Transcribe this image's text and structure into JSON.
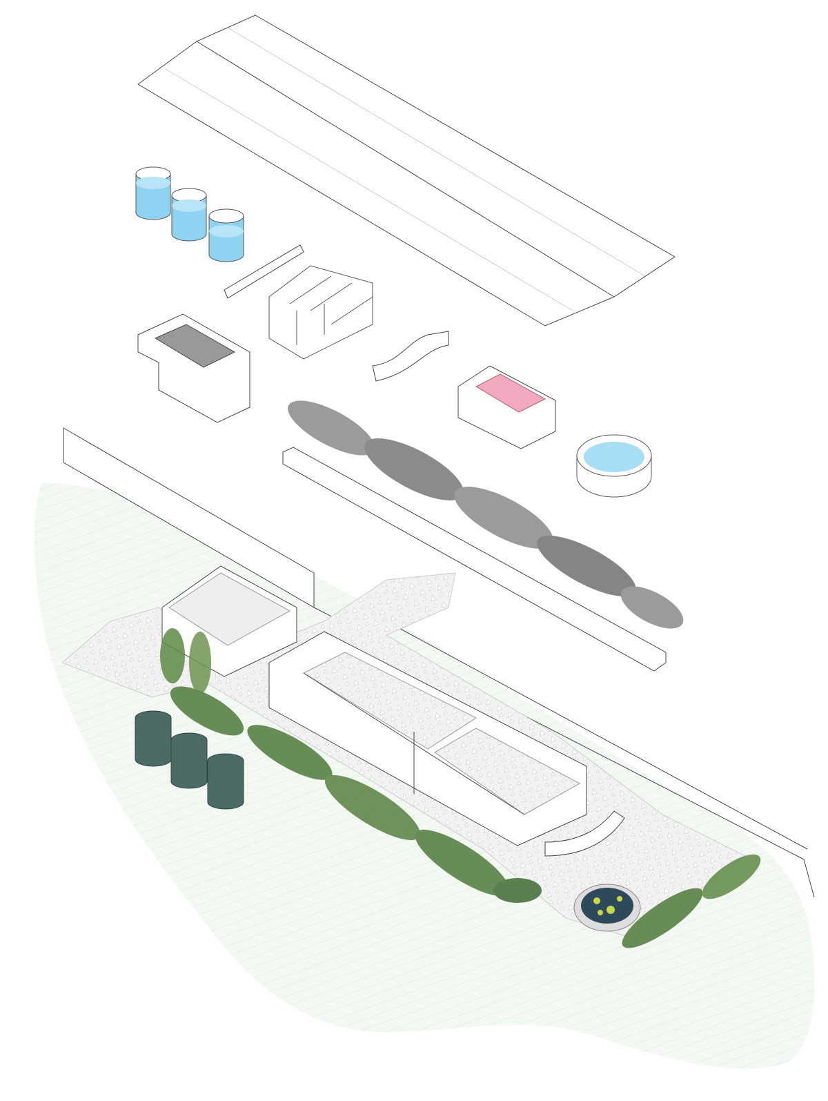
{
  "diagram": {
    "type": "exploded axonometric",
    "components": [
      "roof",
      "water-tanks-exploded",
      "gutter",
      "frame-structure",
      "left-room-box",
      "curved-bench",
      "pink-room-box",
      "round-pool",
      "planter-trough",
      "planting-strip",
      "ground",
      "boundary-wall",
      "building",
      "green-water-tanks",
      "lily-pond",
      "paving"
    ],
    "colors": {
      "line": "#444444",
      "water": "#8fd3f2",
      "water_dark": "#5bbde8",
      "pink": "#f2a9c0",
      "foliage_gray": "#8a8a8a",
      "foliage_green": "#4f7a3a",
      "tank_green": "#4c6b66",
      "grass": "#e9f3ea",
      "pond": "#2e4a5a",
      "lily": "#c8d84a"
    }
  }
}
